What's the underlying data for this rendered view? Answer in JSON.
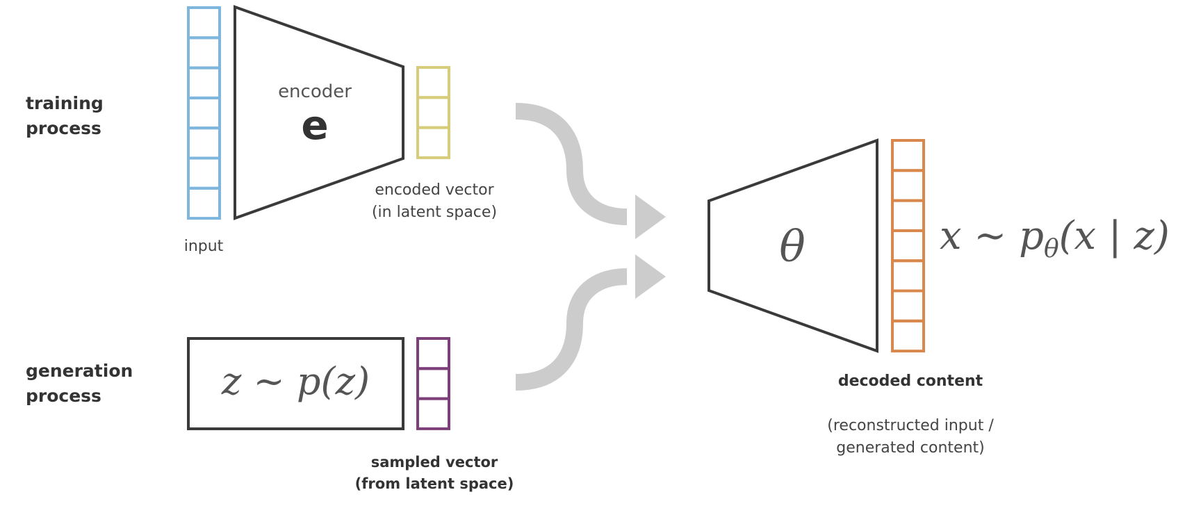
{
  "labels": {
    "training_line1": "training",
    "training_line2": "process",
    "generation_line1": "generation",
    "generation_line2": "process",
    "encoder": "encoder",
    "encoder_symbol": "e",
    "input": "input",
    "encoded_line1": "encoded vector",
    "encoded_line2": "(in latent space)",
    "sampled_line1": "sampled vector",
    "sampled_line2": "(from latent space)",
    "decoded": "decoded content",
    "decoded_sub_line1": "(reconstructed input /",
    "decoded_sub_line2": "generated content)"
  },
  "math": {
    "prior": "z ~ p(z)",
    "decoder_symbol": "θ",
    "likelihood_main": "x ~ p",
    "likelihood_sub": "θ",
    "likelihood_tail": "(x | z)"
  },
  "colors": {
    "input": "#7fb6dd",
    "encoded": "#d6cc7a",
    "sampled": "#7d3f7a",
    "decoded": "#d9884d",
    "outline": "#3a3a3a",
    "arrow": "#cccccc"
  },
  "vectors": {
    "input_cells": 7,
    "encoded_cells": 3,
    "sampled_cells": 3,
    "decoded_cells": 7
  }
}
